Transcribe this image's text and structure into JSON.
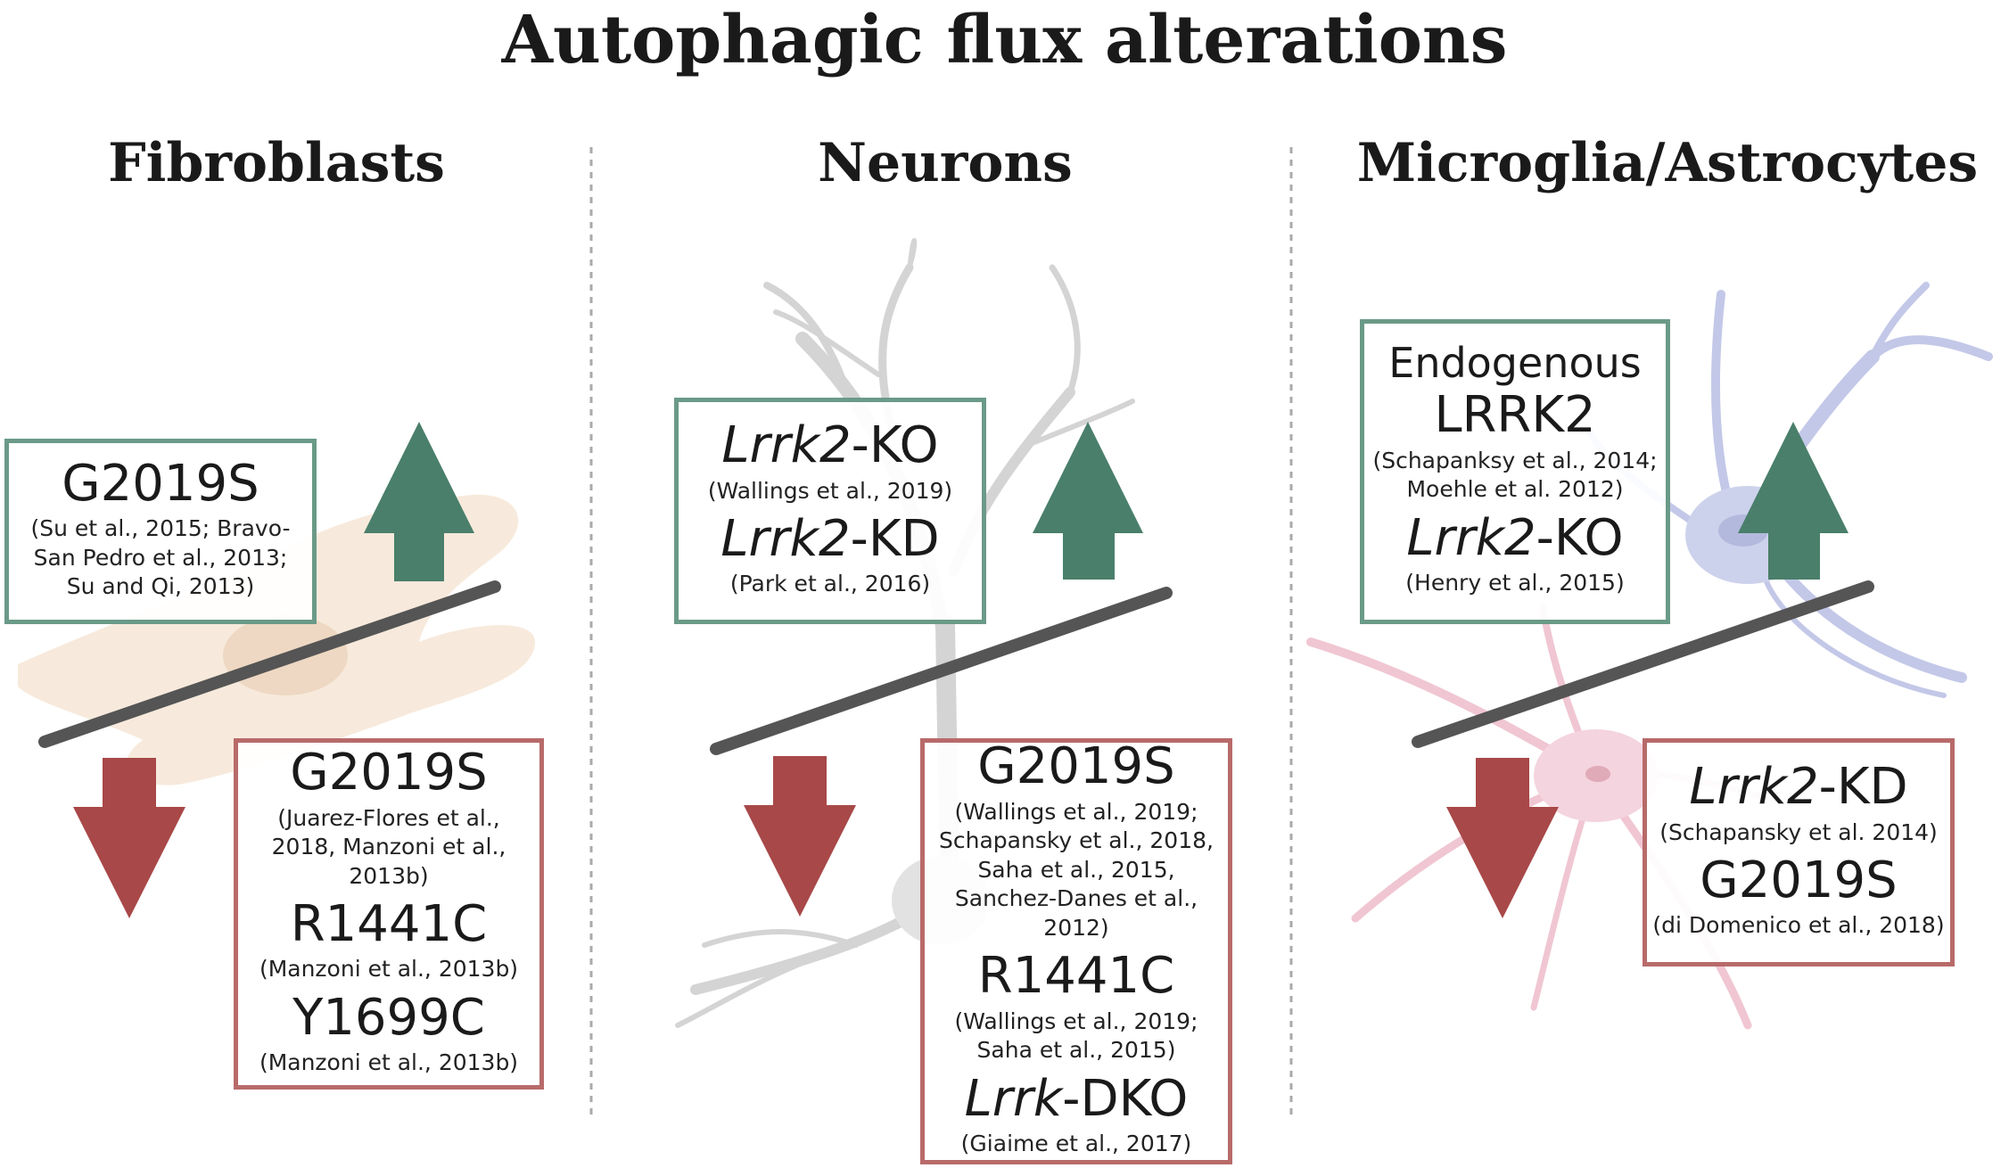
{
  "title": "Autophagic flux alterations",
  "columns": [
    {
      "heading": "Fibroblasts",
      "up_box": {
        "entries": [
          {
            "gene_italic": "",
            "label": "G2019S",
            "ref": "(Su et al., 2015; Bravo-San Pedro et al., 2013; Su and Qi, 2013)"
          }
        ]
      },
      "down_box": {
        "entries": [
          {
            "gene_italic": "",
            "label": "G2019S",
            "ref": "(Juarez-Flores et al., 2018, Manzoni et al., 2013b)"
          },
          {
            "gene_italic": "",
            "label": "R1441C",
            "ref": "(Manzoni et al., 2013b)"
          },
          {
            "gene_italic": "",
            "label": "Y1699C",
            "ref": "(Manzoni et al., 2013b)"
          }
        ]
      }
    },
    {
      "heading": "Neurons",
      "up_box": {
        "entries": [
          {
            "gene_italic": "Lrrk2",
            "label": "-KO",
            "ref": "(Wallings et al., 2019)"
          },
          {
            "gene_italic": "Lrrk2",
            "label": "-KD",
            "ref": "(Park et al., 2016)"
          }
        ]
      },
      "down_box": {
        "entries": [
          {
            "gene_italic": "",
            "label": "G2019S",
            "ref": "(Wallings et al., 2019; Schapansky et al., 2018, Saha et al., 2015, Sanchez-Danes et al., 2012)"
          },
          {
            "gene_italic": "",
            "label": "R1441C",
            "ref": "(Wallings et al., 2019; Saha et al., 2015)"
          },
          {
            "gene_italic": "Lrrk",
            "label": "-DKO",
            "ref": "(Giaime et al., 2017)"
          }
        ]
      }
    },
    {
      "heading": "Microglia/Astrocytes",
      "up_box": {
        "small_heading": "Endogenous",
        "entries": [
          {
            "gene_italic": "",
            "label": "LRRK2",
            "ref": "(Schapanksy et al., 2014; Moehle et al. 2012)"
          },
          {
            "gene_italic": "Lrrk2",
            "label": "-KO",
            "ref": "(Henry et al., 2015)"
          }
        ]
      },
      "down_box": {
        "entries": [
          {
            "gene_italic": "Lrrk2",
            "label": "-KD",
            "ref": "(Schapansky et al. 2014)"
          },
          {
            "gene_italic": "",
            "label": "G2019S",
            "ref": "(di Domenico et al., 2018)"
          }
        ]
      }
    }
  ],
  "colors": {
    "up_arrow": "#4a7f6b",
    "down_arrow": "#a84848",
    "green_border": "#6a9a88",
    "red_border": "#b86a6a",
    "seesaw_bar": "#555555",
    "divider": "#aaaaaa"
  }
}
